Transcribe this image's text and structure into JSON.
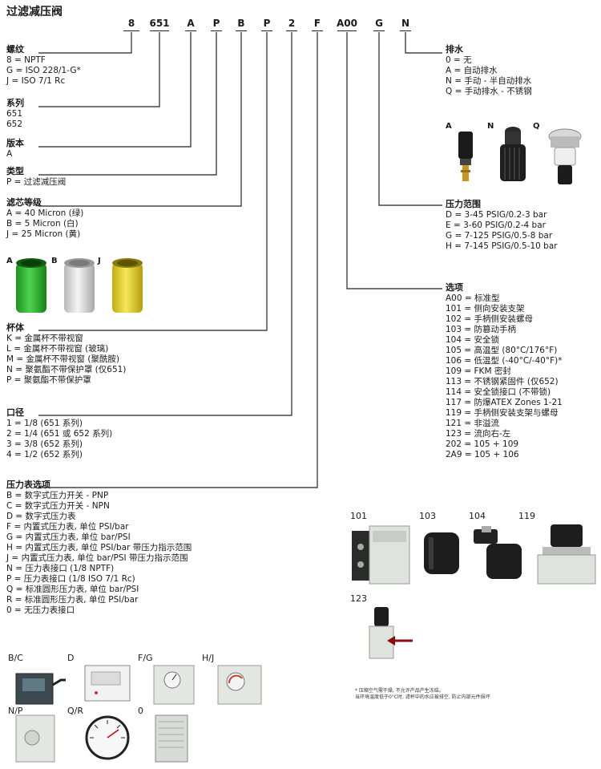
{
  "title": "过滤减压阀",
  "codes": [
    "8",
    "651",
    "A",
    "P",
    "B",
    "P",
    "2",
    "F",
    "A00",
    "G",
    "N"
  ],
  "sections": {
    "thread": {
      "heading": "螺纹",
      "items": [
        "8 = NPTF",
        "G = ISO 228/1-G*",
        "J = ISO 7/1 Rc"
      ]
    },
    "series": {
      "heading": "系列",
      "items": [
        "651",
        "652"
      ]
    },
    "version": {
      "heading": "版本",
      "items": [
        "A"
      ]
    },
    "type": {
      "heading": "类型",
      "items": [
        "P = 过滤减压阀"
      ]
    },
    "filter": {
      "heading": "滤芯等级",
      "items": [
        "A = 40 Micron (绿)",
        "B = 5 Micron (白)",
        "J = 25 Micron (黄)"
      ]
    },
    "bowl": {
      "heading": "杯体",
      "items": [
        "K = 金属杯不带视窗",
        "L = 金属杯不带视窗 (玻璃)",
        "M = 金属杯不带视窗 (聚酰胺)",
        "N = 聚氨酯不带保护罩 (仅651)",
        "P = 聚氨酯不带保护罩"
      ]
    },
    "port": {
      "heading": "口径",
      "items": [
        "1 = 1/8 (651 系列)",
        "2 = 1/4 (651 或 652 系列)",
        "3 = 3/8 (652 系列)",
        "4 = 1/2 (652 系列)"
      ]
    },
    "gauge": {
      "heading": "压力表选项",
      "items": [
        "B = 数字式压力开关 - PNP",
        "C = 数字式压力开关 - NPN",
        "D = 数字式压力表",
        "F = 内置式压力表, 单位 PSI/bar",
        "G = 内置式压力表, 单位 bar/PSI",
        "H = 内置式压力表, 单位 PSI/bar 带压力指示范围",
        "J = 内置式压力表, 单位 bar/PSI 带压力指示范围",
        "N = 压力表接口 (1/8 NPTF)",
        "P = 压力表接口 (1/8 ISO 7/1 Rc)",
        "Q = 标准圆形压力表, 单位 bar/PSI",
        "R = 标准圆形压力表, 单位 PSI/bar",
        "0 = 无压力表接口"
      ]
    },
    "drain": {
      "heading": "排水",
      "items": [
        "0 = 无",
        "A = 自动排水",
        "N = 手动 - 半自动排水",
        "Q = 手动排水 - 不锈钢"
      ]
    },
    "pressure": {
      "heading": "压力范围",
      "items": [
        "D = 3-45 PSIG/0.2-3 bar",
        "E = 3-60 PSIG/0.2-4 bar",
        "G = 7-125 PSIG/0.5-8 bar",
        "H = 7-145 PSIG/0.5-10 bar"
      ]
    },
    "options": {
      "heading": "选项",
      "items": [
        "A00 = 标准型",
        "101 = 侧向安装支架",
        "102 = 手柄侧安装螺母",
        "103 = 防篡动手柄",
        "104 = 安全锁",
        "105 = 高温型 (80°C/176°F)",
        "106 = 低温型 (-40°C/-40°F)*",
        "109 = FKM 密封",
        "113 = 不锈钢紧固件 (仅652)",
        "114 = 安全锁接口 (不带锁)",
        "117 = 防爆ATEX Zones 1-21",
        "119 = 手柄侧安装支架与螺母",
        "121 = 非溢流",
        "123 = 流向右-左",
        "202 = 105 + 109",
        "2A9 = 105 + 106"
      ]
    }
  },
  "filter_labels": [
    "A",
    "B",
    "J"
  ],
  "drain_labels": [
    "A",
    "N",
    "Q"
  ],
  "option_labels": [
    "101",
    "103",
    "104",
    "119",
    "123"
  ],
  "gauge_labels": [
    "B/C",
    "D",
    "F/G",
    "H/J",
    "N/P",
    "Q/R",
    "0"
  ],
  "footnote": [
    "* 压缩空气需干燥, 不允许产品产生冻结。",
    "当环境温度低于0°C时, 滤杯中的水应被排空, 防止内部元件损坏"
  ],
  "colors": {
    "green": "#2db52d",
    "white": "#e2e2e2",
    "yellow": "#e8d22a",
    "line": "#222222"
  }
}
